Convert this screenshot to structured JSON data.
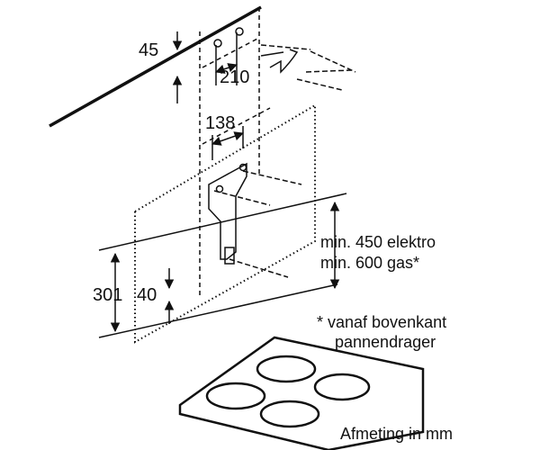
{
  "dimensions": {
    "d45": "45",
    "d210": "210",
    "d138": "138",
    "d301": "301",
    "d40": "40"
  },
  "clearance": {
    "electric": "min. 450 elektro",
    "gas": "min. 600 gas*"
  },
  "footnote": {
    "line1": "* vanaf bovenkant",
    "line2": "pannendrager"
  },
  "units_note": "Afmeting in mm"
}
